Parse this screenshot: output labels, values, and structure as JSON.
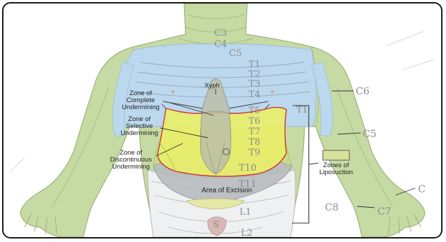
{
  "colors": {
    "dermatome_fill": "#c6dba3",
    "upper_trunk_fill": "#bcd8ee",
    "undermining_yellow": "#e9ef6a",
    "excision_outline": "#cc2a2a",
    "label_gray": "#8a8a8a"
  },
  "dermatomes": {
    "c3": "C3",
    "c4": "C4",
    "c5": "C5",
    "t1": "T1",
    "t2": "T2",
    "t3": "T3",
    "t4": "T4",
    "t5": "T5",
    "t6": "T6",
    "t7": "T7",
    "t8": "T8",
    "t9": "T9",
    "t10": "T10",
    "t11": "T11",
    "l1": "L1",
    "l2": "L2",
    "s": "S",
    "c6": "C6",
    "c5_arm": "C5",
    "c8": "C8",
    "c7": "C7",
    "c_edge": "C",
    "t1_side": "T1"
  },
  "labels": {
    "xyph": "Xyph",
    "zone_complete_line1": "Zone of",
    "zone_complete_line2": "Complete",
    "zone_complete_line3": "Undermining",
    "zone_selective_line1": "Zone of",
    "zone_selective_line2": "Selective",
    "zone_selective_line3": "Undermining",
    "zone_discontinuous_line1": "Zone of",
    "zone_discontinuous_line2": "Discontinuous",
    "zone_discontinuous_line3": "Undermining",
    "zones_liposuction_line1": "Zones of",
    "zones_liposuction_line2": "Liposuction",
    "area_excision": "Area of Excision"
  }
}
